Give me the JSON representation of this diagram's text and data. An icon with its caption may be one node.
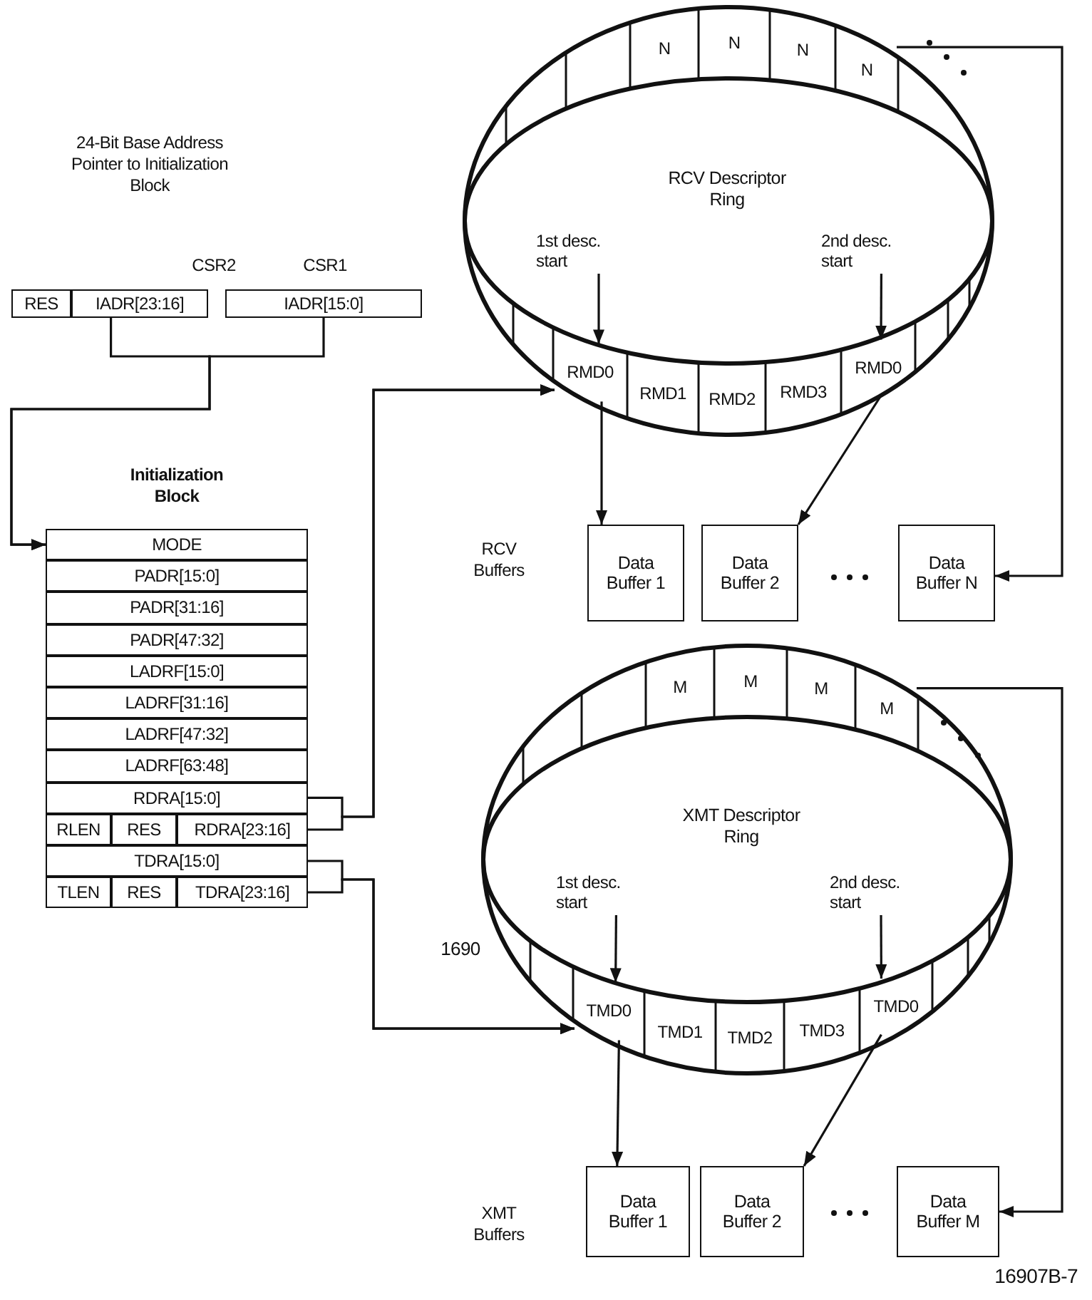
{
  "diagram": {
    "nodes": [
      {
        "text": [
          "RES"
        ]
      },
      {
        "text": [
          "IADR[23:16]"
        ]
      },
      {
        "text": [
          "IADR[15:0]"
        ]
      },
      {
        "text": [
          "Initialization Block"
        ]
      },
      {
        "text": [
          "MODE"
        ],
        "in": 3
      },
      {
        "text": [
          "PADR[15:0]"
        ],
        "in": 3
      },
      {
        "text": [
          "PADR[31:16]"
        ],
        "in": 3
      },
      {
        "text": [
          "PADR[47:32]"
        ],
        "in": 3
      },
      {
        "text": [
          "LADRF[15:0]"
        ],
        "in": 3
      },
      {
        "text": [
          "LADRF[31:16]"
        ],
        "in": 3
      },
      {
        "text": [
          "LADRF[47:32]"
        ],
        "in": 3
      },
      {
        "text": [
          "LADRF[63:48]"
        ],
        "in": 3
      },
      {
        "text": [
          "RDRA[15:0]"
        ],
        "in": 3
      },
      {
        "text": [
          "RLEN"
        ],
        "in": 3
      },
      {
        "text": [
          "RES"
        ],
        "in": 3
      },
      {
        "text": [
          "RDRA[23:16]"
        ],
        "in": 3
      },
      {
        "text": [
          "TDRA[15:0]"
        ],
        "in": 3
      },
      {
        "text": [
          "TLEN"
        ],
        "in": 3
      },
      {
        "text": [
          "RES"
        ],
        "in": 3
      },
      {
        "text": [
          "TDRA[23:16]"
        ],
        "in": 3
      },
      {
        "text": [
          "RCV Descriptor Ring"
        ]
      },
      {
        "text": [
          "N"
        ],
        "in": 20
      },
      {
        "text": [
          "N"
        ],
        "in": 20
      },
      {
        "text": [
          "N"
        ],
        "in": 20
      },
      {
        "text": [
          "N"
        ],
        "in": 20
      },
      {
        "text": [
          "RMD0"
        ],
        "in": 20
      },
      {
        "text": [
          "RMD1"
        ],
        "in": 20
      },
      {
        "text": [
          "RMD2"
        ],
        "in": 20
      },
      {
        "text": [
          "RMD3"
        ],
        "in": 20
      },
      {
        "text": [
          "RMD0"
        ],
        "in": 20
      },
      {
        "text": [
          "1st desc. start"
        ],
        "in": 20
      },
      {
        "text": [
          "2nd desc. start"
        ],
        "in": 20
      },
      {
        "text": [
          "Data Buffer 1"
        ]
      },
      {
        "text": [
          "Data Buffer 2"
        ]
      },
      {
        "text": [
          "Data Buffer N"
        ]
      },
      {
        "text": [
          "XMT Descriptor Ring"
        ]
      },
      {
        "text": [
          "M"
        ],
        "in": 35
      },
      {
        "text": [
          "M"
        ],
        "in": 35
      },
      {
        "text": [
          "M"
        ],
        "in": 35
      },
      {
        "text": [
          "M"
        ],
        "in": 35
      },
      {
        "text": [
          "TMD0"
        ],
        "in": 35
      },
      {
        "text": [
          "TMD1"
        ],
        "in": 35
      },
      {
        "text": [
          "TMD2"
        ],
        "in": 35
      },
      {
        "text": [
          "TMD3"
        ],
        "in": 35
      },
      {
        "text": [
          "TMD0"
        ],
        "in": 35
      },
      {
        "text": [
          "1st desc. start"
        ],
        "in": 35
      },
      {
        "text": [
          "2nd desc. start"
        ],
        "in": 35
      },
      {
        "text": [
          "Data Buffer 1"
        ]
      },
      {
        "text": [
          "Data Buffer 2"
        ]
      },
      {
        "text": [
          "Data Buffer M"
        ]
      }
    ],
    "edges": [
      {
        "from": 1,
        "to": 4,
        "arrow": "to"
      },
      {
        "from": 2,
        "to": 4,
        "arrow": "to"
      },
      {
        "from": 12,
        "to": 25,
        "arrow": "to"
      },
      {
        "from": 15,
        "to": 25,
        "arrow": "to"
      },
      {
        "from": 30,
        "to": 25,
        "arrow": "to"
      },
      {
        "from": 31,
        "to": 29,
        "arrow": "to"
      },
      {
        "from": 25,
        "to": 32,
        "arrow": "to"
      },
      {
        "from": 29,
        "to": 33,
        "arrow": "to"
      },
      {
        "from": 24,
        "to": 34,
        "arrow": "to"
      },
      {
        "from": 16,
        "to": 40,
        "arrow": "to"
      },
      {
        "from": 19,
        "to": 40,
        "arrow": "to"
      },
      {
        "from": 45,
        "to": 40,
        "arrow": "to"
      },
      {
        "from": 46,
        "to": 44,
        "arrow": "to"
      },
      {
        "from": 40,
        "to": 47,
        "arrow": "to"
      },
      {
        "from": 44,
        "to": 48,
        "arrow": "to"
      },
      {
        "from": 39,
        "to": 49,
        "arrow": "to"
      }
    ],
    "labels": [
      "24-Bit Base Address Pointer to Initialization Block",
      "CSR2",
      "CSR1",
      "RCV Buffers",
      "1690",
      "XMT Buffers",
      "16907B-7"
    ]
  }
}
